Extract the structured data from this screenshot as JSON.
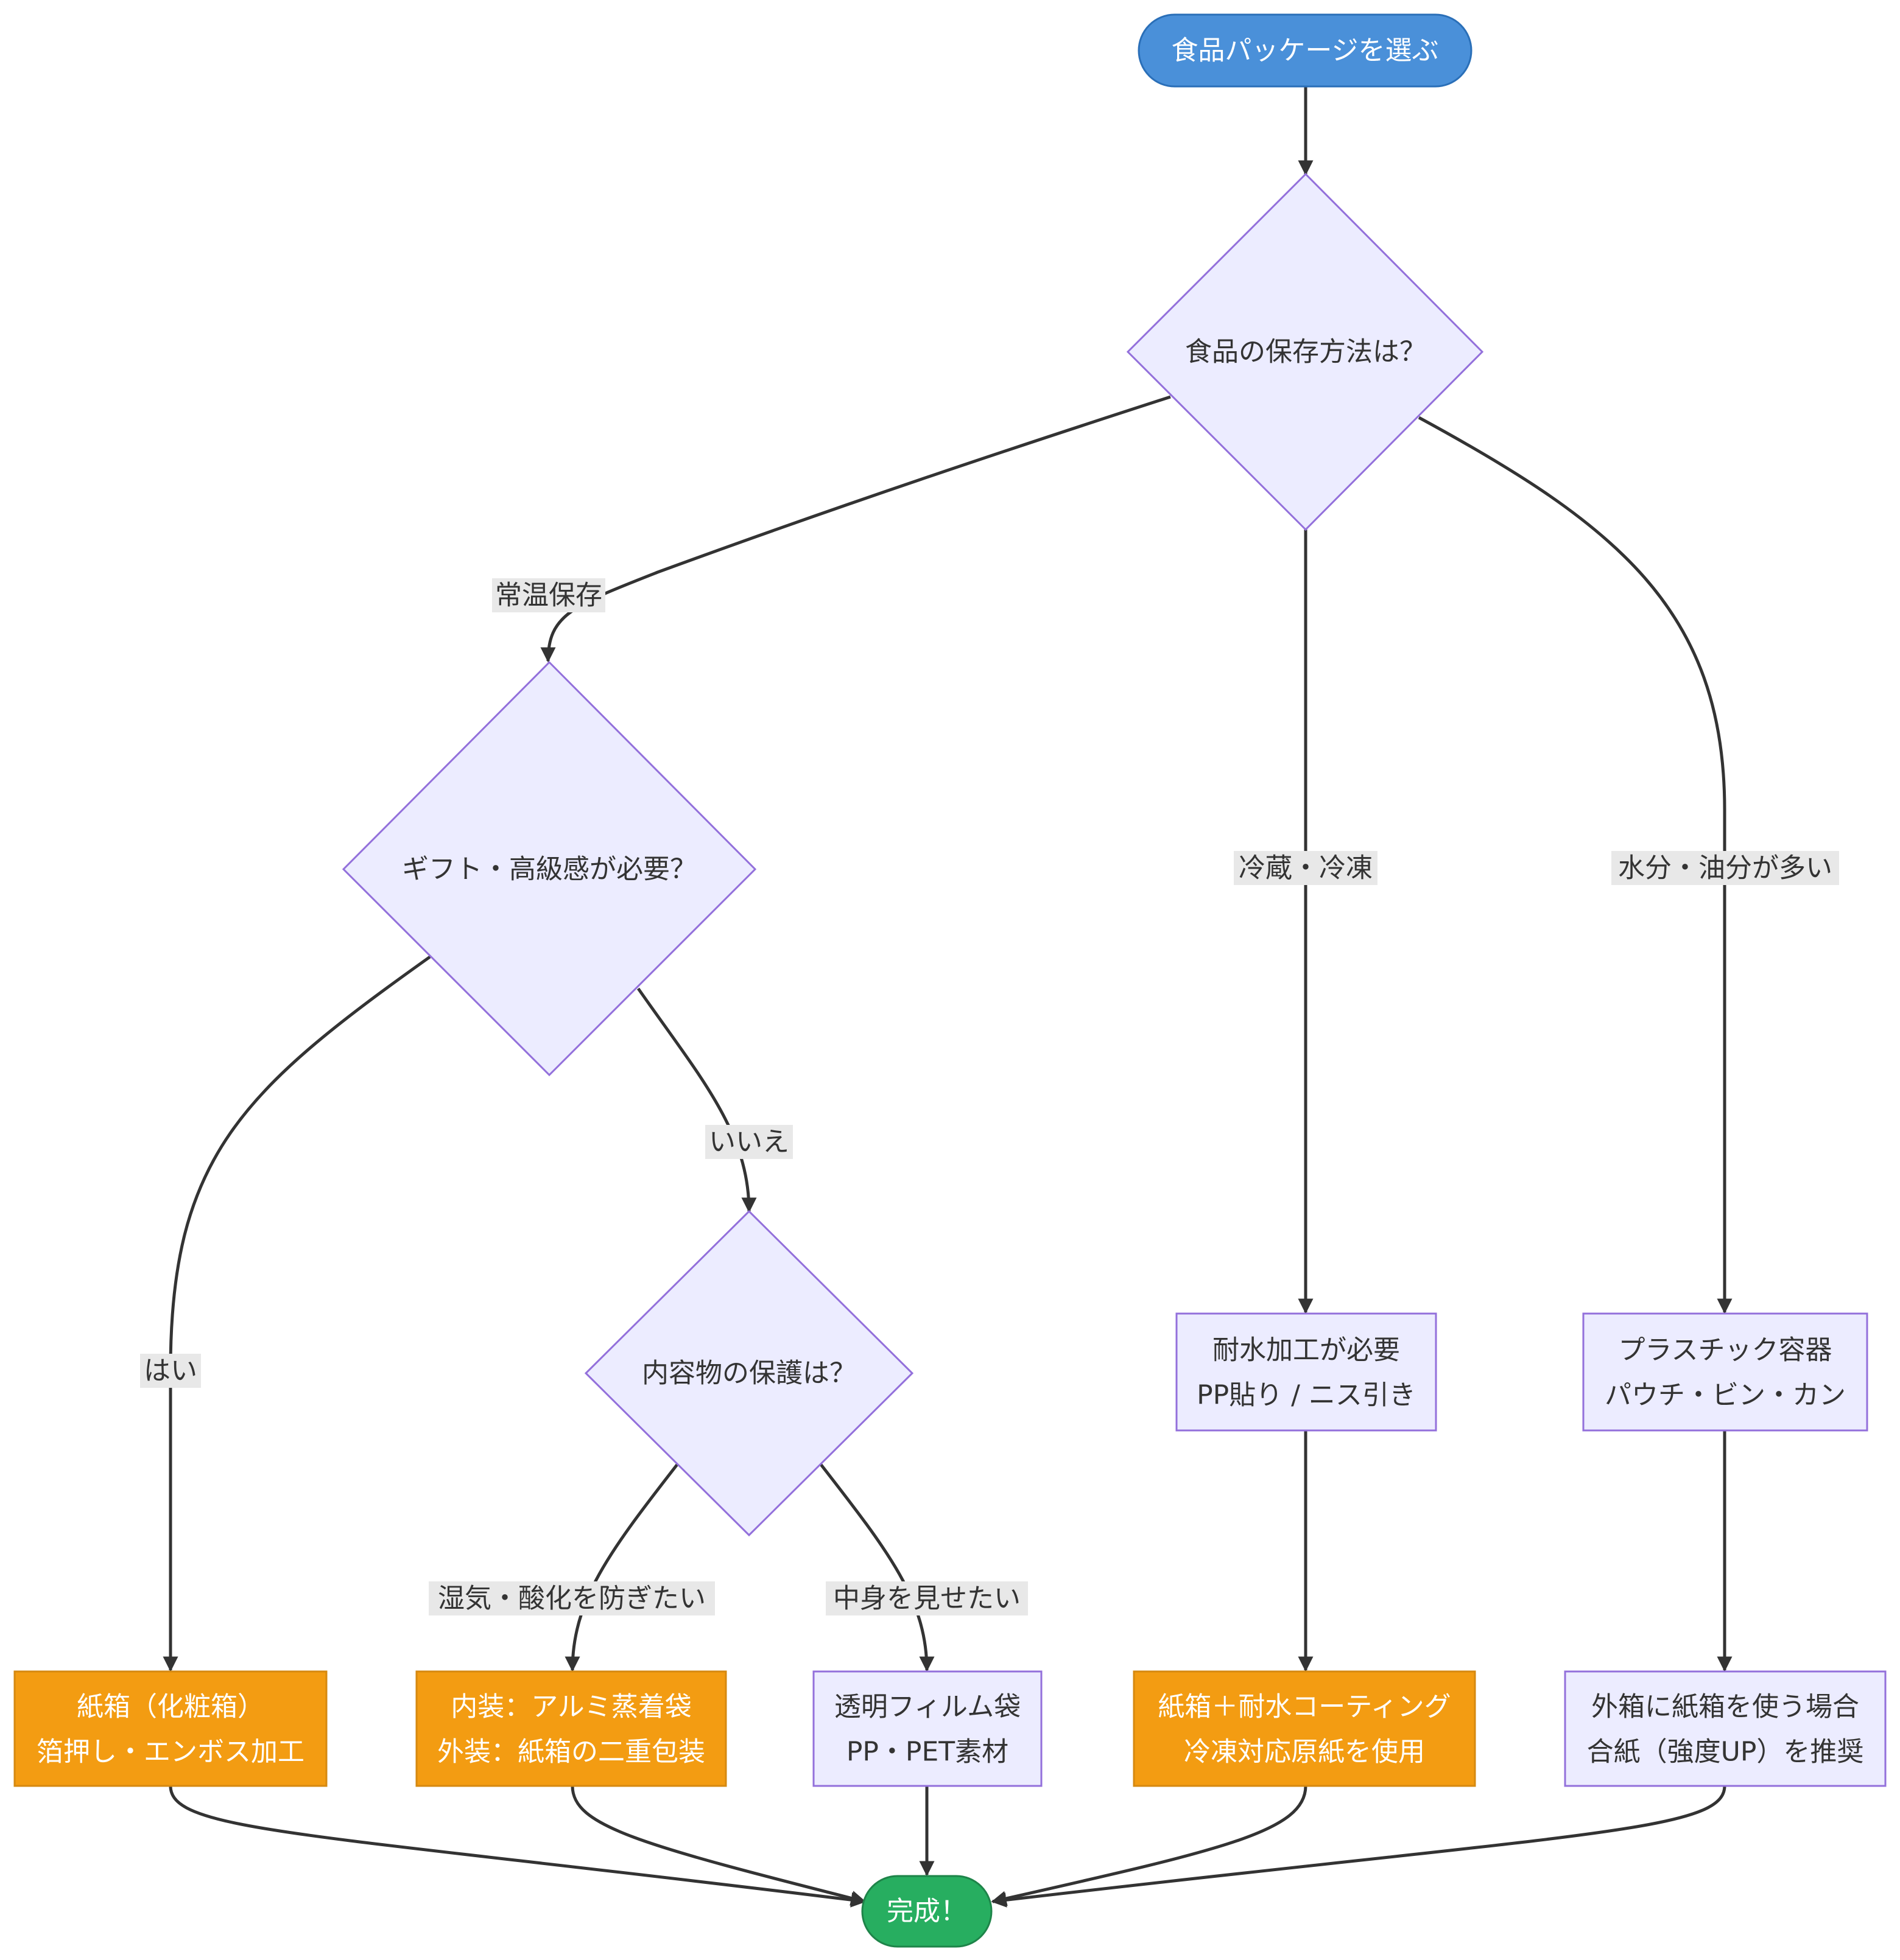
{
  "colors": {
    "start": "#4a90d9",
    "start_stroke": "#2a6fb8",
    "end": "#27ae60",
    "end_stroke": "#1e8449",
    "decision_fill": "#ececff",
    "decision_stroke": "#9370db",
    "orange_fill": "#f39c12",
    "orange_stroke": "#d68910",
    "edge": "#333333",
    "edge_label_bg": "#e8e8e8",
    "text_dark": "#333333",
    "text_light": "#ffffff"
  },
  "nodes": {
    "start": {
      "label": "食品パッケージを選ぶ"
    },
    "q_storage": {
      "label": "食品の保存方法は？"
    },
    "q_gift": {
      "label": "ギフト・高級感が必要？"
    },
    "q_protect": {
      "label": "内容物の保護は？"
    },
    "waterproof": {
      "line1": "耐水加工が必要",
      "line2": "PP貼り / ニス引き"
    },
    "plastic": {
      "line1": "プラスチック容器",
      "line2": "パウチ・ビン・カン"
    },
    "giftbox": {
      "line1": "紙箱（化粧箱）",
      "line2": "箔押し・エンボス加工"
    },
    "alu": {
      "line1": "内装：アルミ蒸着袋",
      "line2": "外装：紙箱の二重包装"
    },
    "film": {
      "line1": "透明フィルム袋",
      "line2": "PP・PET素材"
    },
    "coating": {
      "line1": "紙箱＋耐水コーティング",
      "line2": "冷凍対応原紙を使用"
    },
    "outer": {
      "line1": "外箱に紙箱を使う場合",
      "line2": "合紙（強度UP）を推奨"
    },
    "end": {
      "label": "完成！"
    }
  },
  "edges": {
    "room_temp": "常温保存",
    "cold": "冷蔵・冷凍",
    "moist": "水分・油分が多い",
    "yes": "はい",
    "no": "いいえ",
    "humidity": "湿気・酸化を防ぎたい",
    "visible": "中身を見せたい"
  }
}
